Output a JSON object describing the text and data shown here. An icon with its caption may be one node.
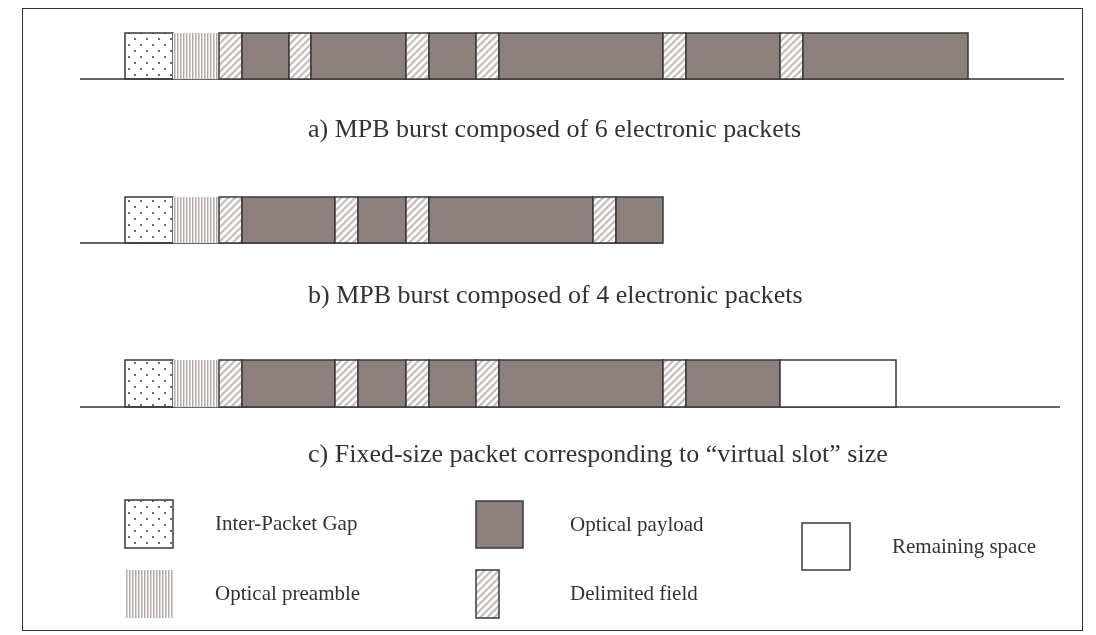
{
  "diagram": {
    "labels": [
      "a) MPB burst composed of 6 electronic packets",
      "b) MPB burst composed of 4 electronic packets",
      "c) Fixed-size packet corresponding to “virtual slot” size"
    ],
    "legend": [
      {
        "text": "Inter-Packet Gap"
      },
      {
        "text": "Optical payload",
        "color": "#8c807c"
      },
      {
        "text": "Remaining space",
        "color": "#ffffff"
      },
      {
        "text": "Optical preamble"
      },
      {
        "text": "Delimited field"
      }
    ]
  }
}
